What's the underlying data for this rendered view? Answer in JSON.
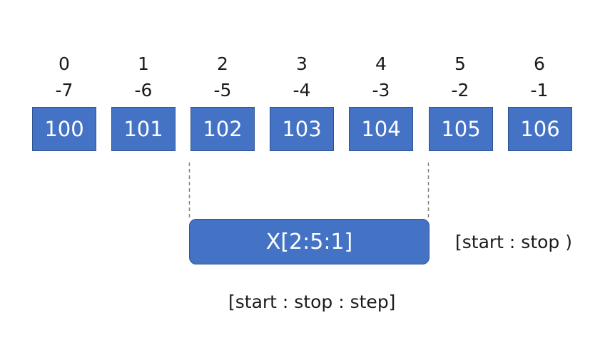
{
  "array": {
    "cells": [
      {
        "pos_index": "0",
        "neg_index": "-7",
        "value": "100"
      },
      {
        "pos_index": "1",
        "neg_index": "-6",
        "value": "101"
      },
      {
        "pos_index": "2",
        "neg_index": "-5",
        "value": "102"
      },
      {
        "pos_index": "3",
        "neg_index": "-4",
        "value": "103"
      },
      {
        "pos_index": "4",
        "neg_index": "-3",
        "value": "104"
      },
      {
        "pos_index": "5",
        "neg_index": "-2",
        "value": "105"
      },
      {
        "pos_index": "6",
        "neg_index": "-1",
        "value": "106"
      }
    ]
  },
  "slice": {
    "expression": "X[2:5:1]",
    "range_note": "[start : stop )",
    "syntax_note": "[start : stop : step]"
  },
  "colors": {
    "cell_fill": "#4472c4",
    "cell_border": "#2f528f",
    "cell_text": "#ffffff",
    "connector": "#808080"
  }
}
